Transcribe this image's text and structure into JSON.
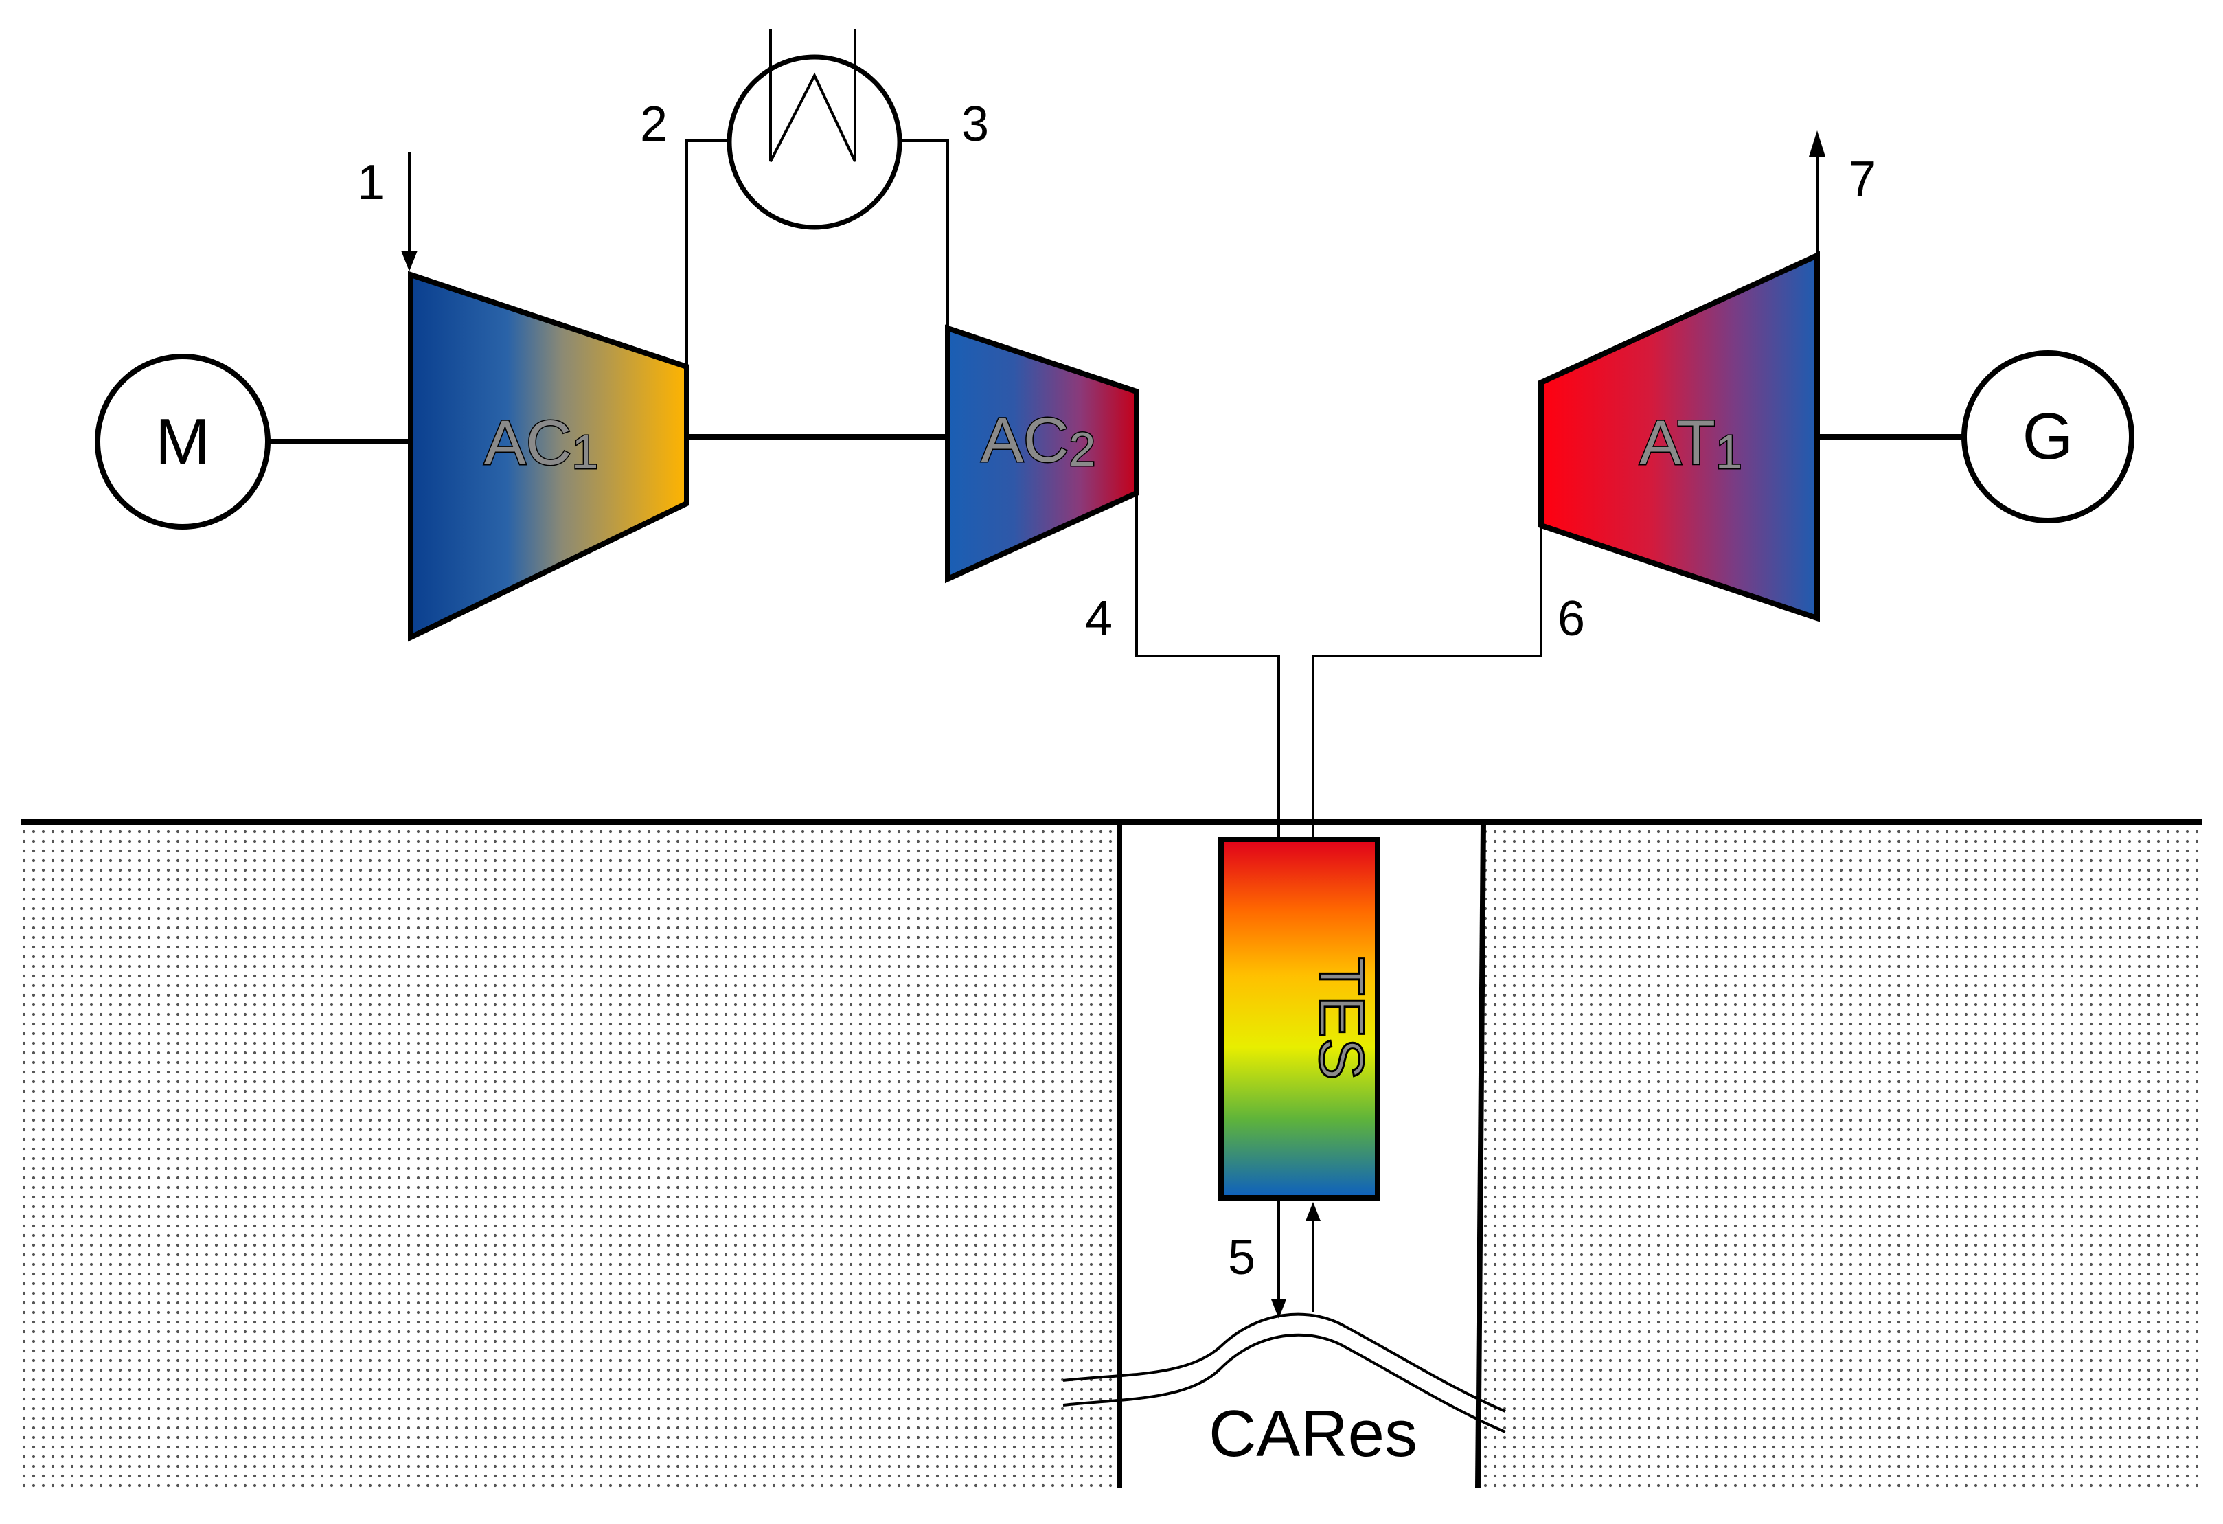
{
  "components": {
    "motor": "M",
    "generator": "G",
    "compressor_1": {
      "base": "AC",
      "index": "1"
    },
    "compressor_2": {
      "base": "AC",
      "index": "2"
    },
    "turbine_1": {
      "base": "AT",
      "index": "1"
    },
    "thermal_storage": "TES",
    "reservoir": "CARes"
  },
  "state_points": [
    "1",
    "2",
    "3",
    "4",
    "5",
    "6",
    "7"
  ],
  "colors": {
    "cold_blue": "#0b4a9e",
    "hot_red": "#ff0000",
    "warm_orange": "#ffb300",
    "purple": "#8a3a8a",
    "yellow": "#e8e800",
    "teal_blue": "#1e6fb8"
  }
}
